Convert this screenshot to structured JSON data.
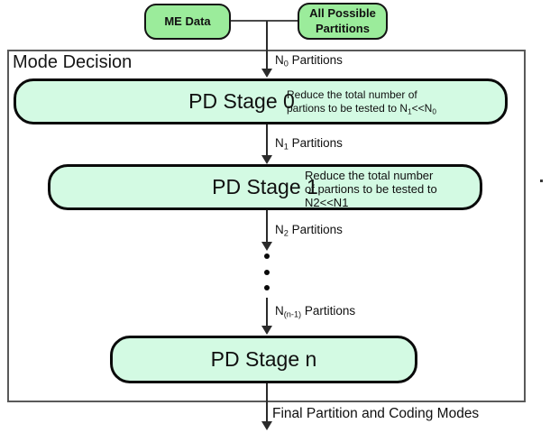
{
  "diagram": {
    "frame_title": "Mode Decision",
    "top_nodes": {
      "me_data": "ME Data",
      "all_partitions": "All Possible Partitions"
    },
    "stages": {
      "stage0": {
        "label": "PD Stage 0",
        "annotation_segments": [
          {
            "t": "Reduce the total number of"
          },
          {
            "br": true
          },
          {
            "t": "partions to be tested to N"
          },
          {
            "t": "1",
            "sub": true
          },
          {
            "t": "<<N"
          },
          {
            "t": "0",
            "sub": true
          }
        ]
      },
      "stage1": {
        "label": "PD Stage 1",
        "annotation_segments": [
          {
            "t": "Reduce the total number"
          },
          {
            "br": true
          },
          {
            "t": "of partions to be tested to"
          },
          {
            "br": true
          },
          {
            "t": "N2<<N1"
          }
        ]
      },
      "stagen": {
        "label": "PD Stage n"
      }
    },
    "flow_labels": {
      "n0": [
        {
          "t": "N"
        },
        {
          "t": "0",
          "sub": true
        },
        {
          "t": " Partitions"
        }
      ],
      "n1": [
        {
          "t": "N"
        },
        {
          "t": "1",
          "sub": true
        },
        {
          "t": " Partitions"
        }
      ],
      "n2": [
        {
          "t": "N"
        },
        {
          "t": "2",
          "sub": true
        },
        {
          "t": " Partitions"
        }
      ],
      "nn1": [
        {
          "t": "N"
        },
        {
          "t": "(n-1)",
          "sub": true
        },
        {
          "t": " Partitions"
        }
      ],
      "final": "Final Partition and Coding Modes"
    },
    "colors": {
      "node_fill": "#9bec9b",
      "stage_fill": "#d3fae3",
      "frame_border": "#595959",
      "line_color": "#2b2b2b"
    }
  }
}
